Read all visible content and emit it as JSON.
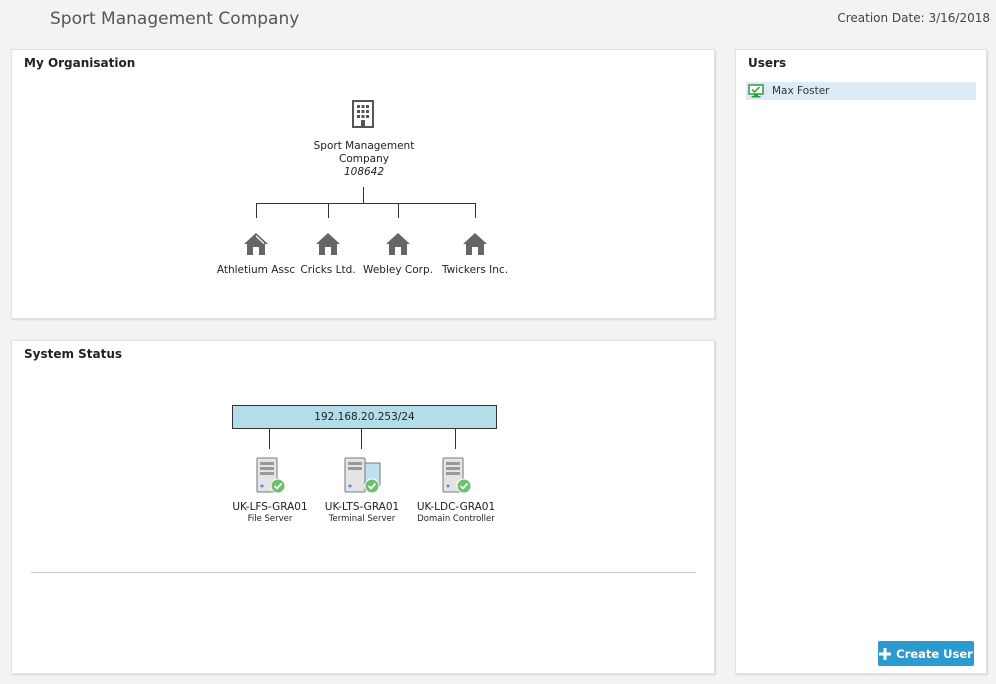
{
  "header": {
    "title": "Sport Management Company",
    "creation_date": "Creation Date: 3/16/2018"
  },
  "organisation": {
    "title": "My Organisation",
    "root": {
      "name": "Sport Management Company",
      "id": "108642",
      "icon": "building-icon"
    },
    "children": [
      {
        "name": "Athletium Assc",
        "icon": "house-icon"
      },
      {
        "name": "Cricks Ltd.",
        "icon": "house-icon"
      },
      {
        "name": "Webley Corp.",
        "icon": "house-icon"
      },
      {
        "name": "Twickers Inc.",
        "icon": "house-icon"
      }
    ]
  },
  "system_status": {
    "title": "System Status",
    "subnet": "192.168.20.253/24",
    "servers": [
      {
        "name": "UK-LFS-GRA01",
        "role": "File Server",
        "icon": "server-ok-icon"
      },
      {
        "name": "UK-LTS-GRA01",
        "role": "Terminal Server",
        "icon": "terminal-server-ok-icon"
      },
      {
        "name": "UK-LDC-GRA01",
        "role": "Domain Controller",
        "icon": "server-ok-icon"
      }
    ]
  },
  "users": {
    "title": "Users",
    "items": [
      {
        "name": "Max Foster",
        "icon": "monitor-user-icon"
      }
    ],
    "create_button_label": "Create User"
  },
  "colors": {
    "accent": "#2b9bcf",
    "subnet_fill": "#b3dde8",
    "status_ok": "#5cb85c",
    "selected_row": "#ddebf6"
  }
}
